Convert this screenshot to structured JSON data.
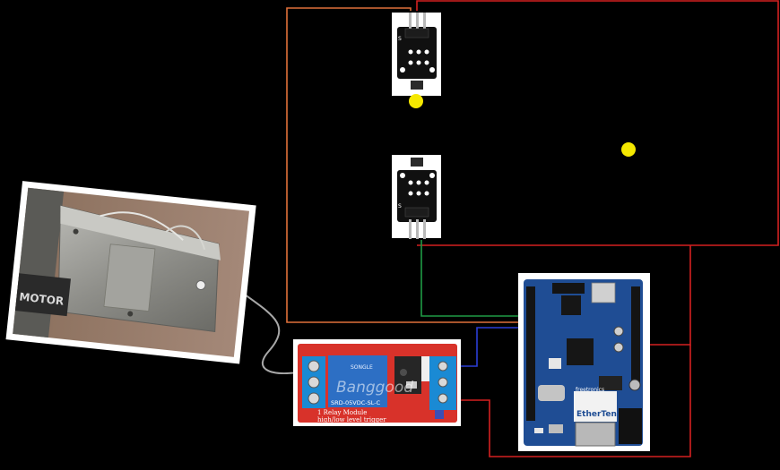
{
  "colors": {
    "background": "#000000",
    "wire_red": "#d42020",
    "wire_orange": "#e0703a",
    "wire_green": "#1f9a45",
    "wire_blue": "#2a3ed6",
    "wire_gray": "#a8a8a8",
    "sensor_dot": "#f5e800",
    "relay_board": "#d8322a",
    "relay_cube": "#2d6fc4",
    "terminal_blue": "#1a8ad4",
    "arduino_board": "#1f4d94"
  },
  "hall_sensor_top": {
    "label": "S"
  },
  "hall_sensor_bottom": {
    "label": "S"
  },
  "relay_module": {
    "brand": "SONGLE",
    "rating": "SRD-05VDC-SL-C",
    "line1": "1 Relay  Module",
    "line2": "high/low level trigger",
    "watermark": "Banggood"
  },
  "arduino_board": {
    "brand": "freetronics",
    "model": "EtherTen"
  },
  "motor_housing": {
    "label": "MOTOR"
  }
}
